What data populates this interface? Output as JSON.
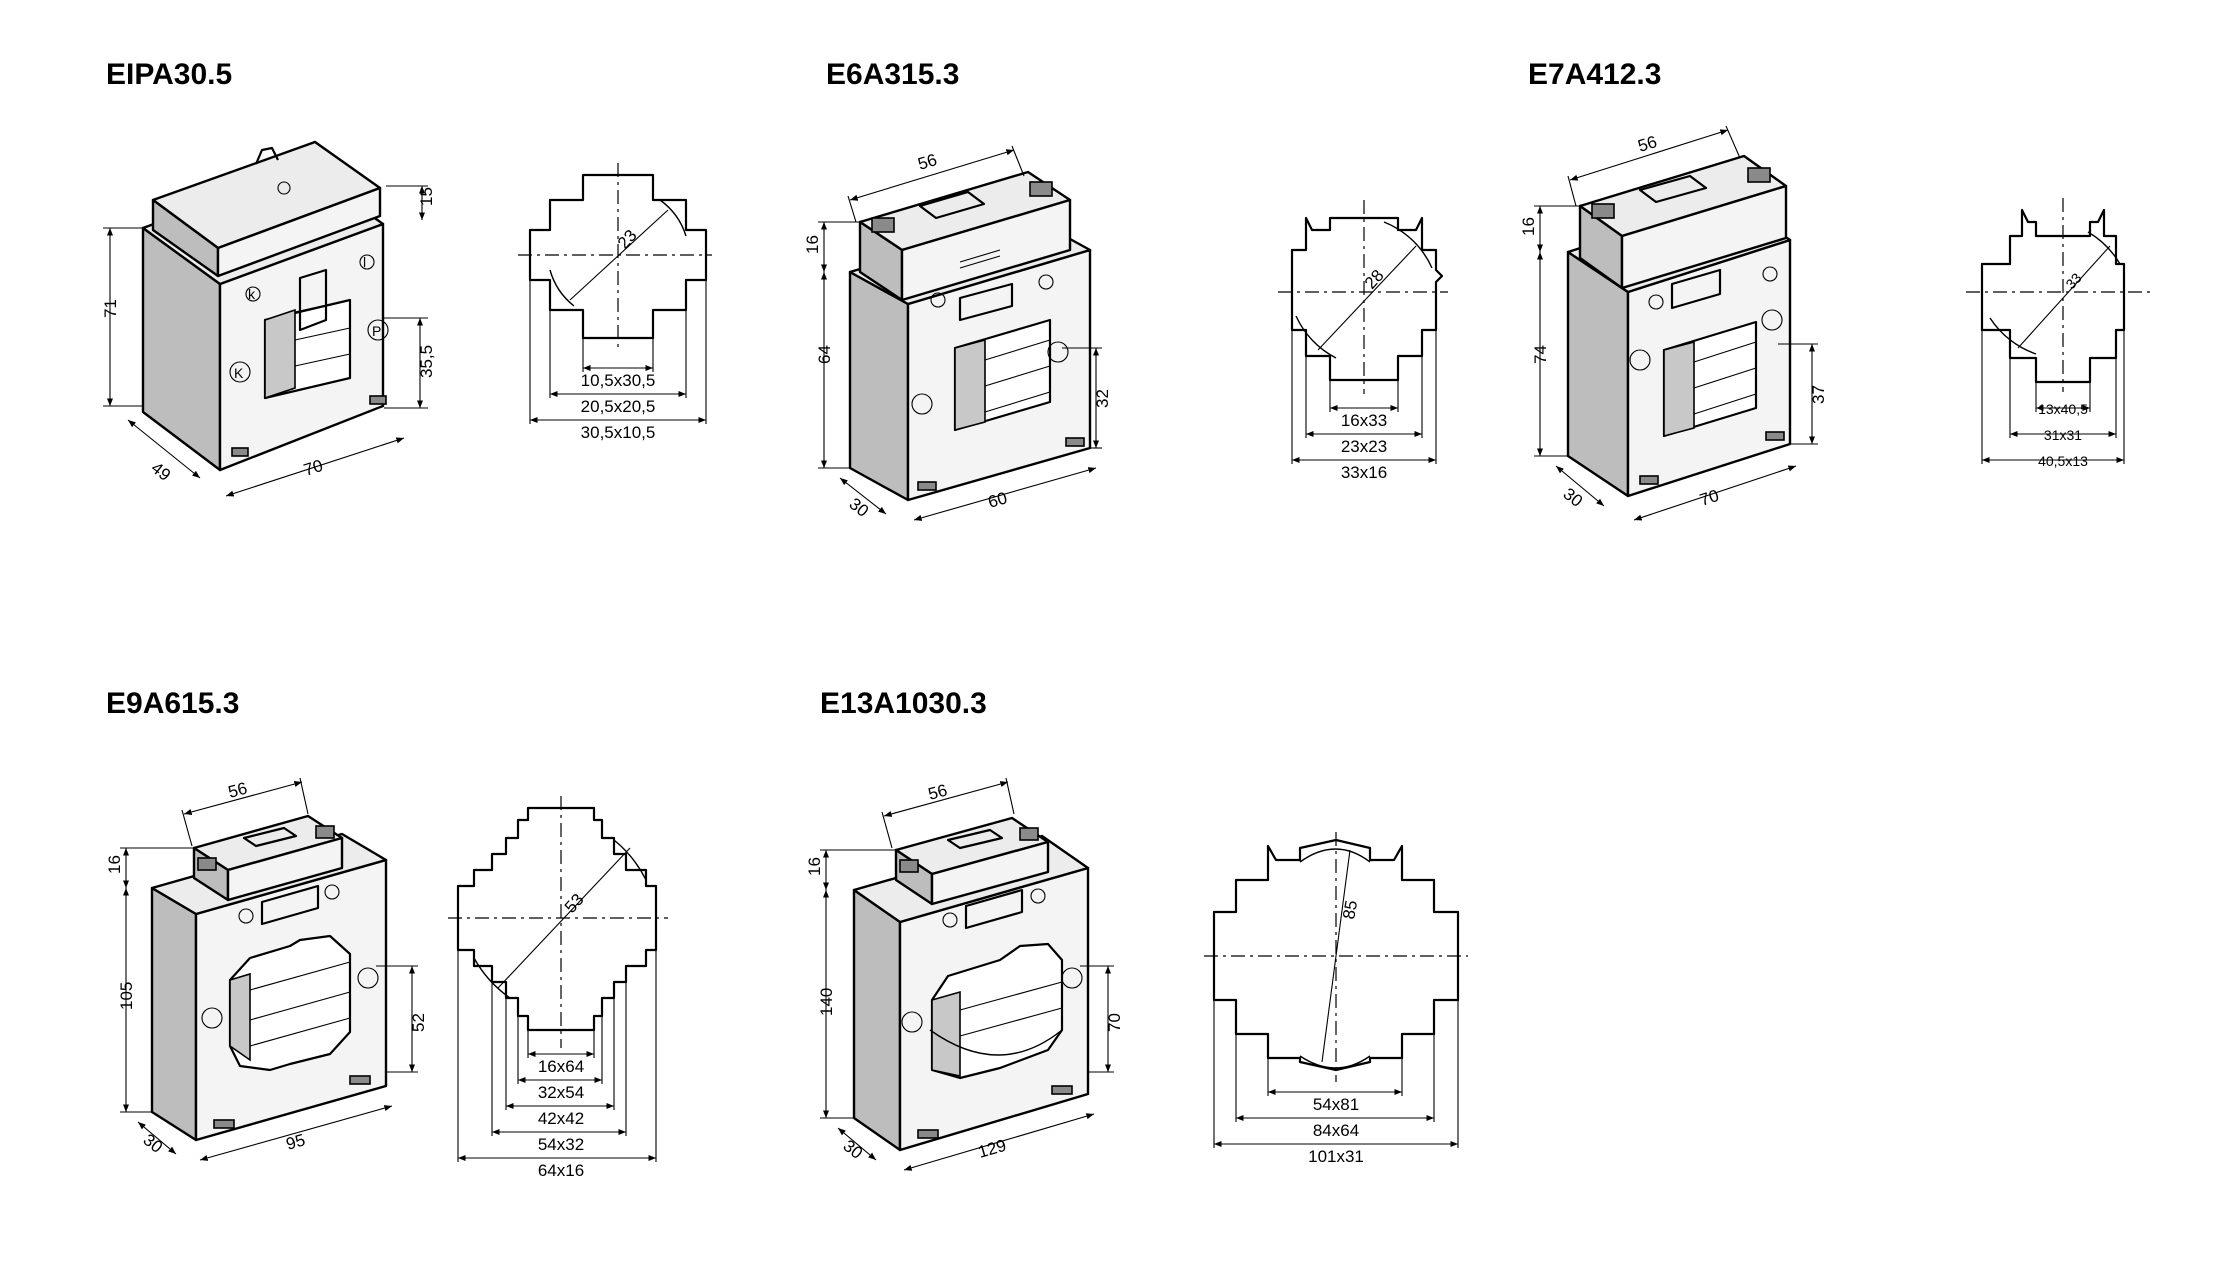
{
  "products": [
    {
      "id": "eipa",
      "title": "EIPA30.5",
      "device_dims": {
        "height": "71",
        "depth": "49",
        "width": "70",
        "top": "15",
        "window": "35,5"
      },
      "section": {
        "diag": "23",
        "slots": [
          "10,5x30,5",
          "20,5x20,5",
          "30,5x10,5"
        ]
      }
    },
    {
      "id": "e6a",
      "title": "E6A315.3",
      "device_dims": {
        "top_width": "56",
        "top": "16",
        "height": "64",
        "depth": "30",
        "width": "60",
        "window": "32"
      },
      "section": {
        "diag": "28",
        "slots": [
          "16x33",
          "23x23",
          "33x16"
        ]
      }
    },
    {
      "id": "e7a",
      "title": "E7A412.3",
      "device_dims": {
        "top_width": "56",
        "top": "16",
        "height": "74",
        "depth": "30",
        "width": "70",
        "window": "37"
      },
      "section": {
        "diag": "33",
        "slots": [
          "13x40,5",
          "31x31",
          "40,5x13"
        ]
      }
    },
    {
      "id": "e9a",
      "title": "E9A615.3",
      "device_dims": {
        "top_width": "56",
        "top": "16",
        "height": "105",
        "depth": "30",
        "width": "95",
        "window": "52"
      },
      "section": {
        "diag": "53",
        "slots": [
          "16x64",
          "32x54",
          "42x42",
          "54x32",
          "64x16"
        ]
      }
    },
    {
      "id": "e13a",
      "title": "E13A1030.3",
      "device_dims": {
        "top_width": "56",
        "top": "16",
        "height": "140",
        "depth": "30",
        "width": "129",
        "window": "70"
      },
      "section": {
        "diag": "85",
        "slots": [
          "54x81",
          "84x64",
          "101x31"
        ]
      }
    }
  ],
  "terminal_labels": {
    "k_small": "k",
    "l_small": "l",
    "K_big": "K",
    "P_big": "P"
  }
}
